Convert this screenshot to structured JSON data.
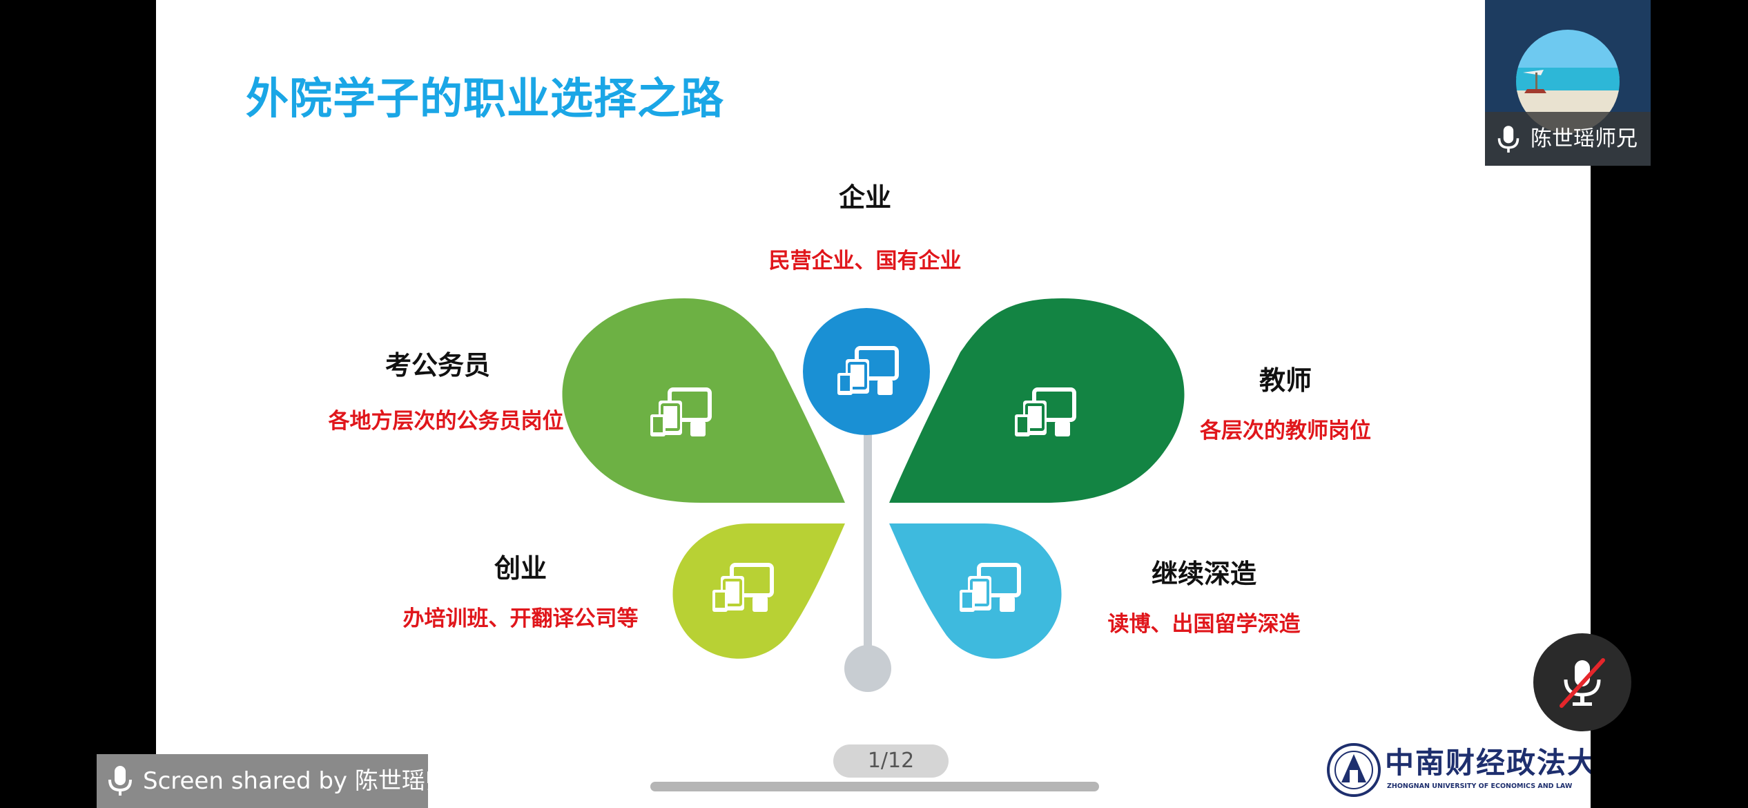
{
  "slide": {
    "title": "外院学子的职业选择之路",
    "categories": [
      {
        "id": "enterprise",
        "heading": "企业",
        "detail": "民营企业、国有企业",
        "color": "#1a90d4",
        "shape": "circle"
      },
      {
        "id": "civil-service",
        "heading": "考公务员",
        "detail": "各地方层次的公务员岗位",
        "color": "#6db144",
        "shape": "upper-left-leaf"
      },
      {
        "id": "teacher",
        "heading": "教师",
        "detail": "各层次的教师岗位",
        "color": "#138443",
        "shape": "upper-right-leaf"
      },
      {
        "id": "startup",
        "heading": "创业",
        "detail": "办培训班、开翻译公司等",
        "color": "#b8d134",
        "shape": "lower-left-leaf"
      },
      {
        "id": "further-study",
        "heading": "继续深造",
        "detail": "读博、出国留学深造",
        "color": "#3ebade",
        "shape": "lower-right-leaf"
      }
    ],
    "icon": "devices-icon",
    "stem_color": "#c8cdd2"
  },
  "pager": {
    "label": "1/12"
  },
  "logo": {
    "name": "中南财经政法大學",
    "english": "ZHONGNAN UNIVERSITY OF ECONOMICS AND LAW",
    "color": "#1e2f6e"
  },
  "share_banner": {
    "text": "Screen shared by 陈世瑶师兄"
  },
  "participant": {
    "name": "陈世瑶师兄"
  },
  "controls": {
    "mute_icon": "mic-muted-icon"
  }
}
